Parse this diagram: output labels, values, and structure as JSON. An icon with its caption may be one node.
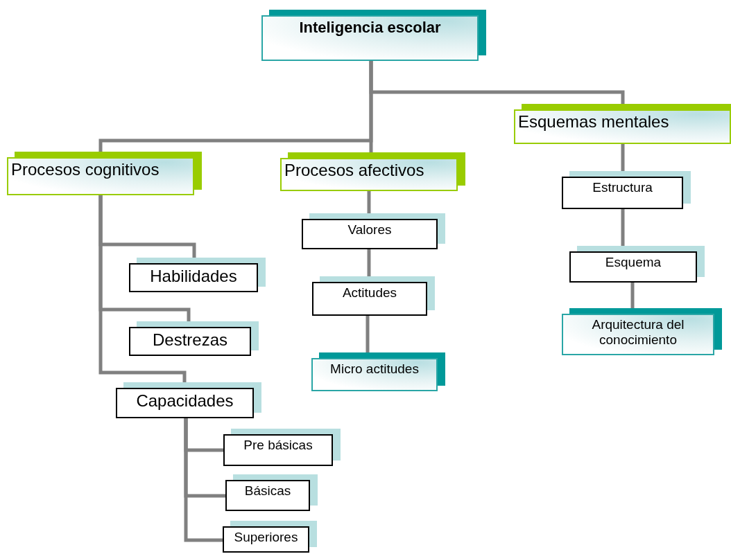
{
  "diagram": {
    "nodes": [
      {
        "text": [
          "Inteligencia escolar"
        ]
      },
      {
        "text": [
          "Procesos cognitivos"
        ]
      },
      {
        "text": [
          "Procesos afectivos"
        ]
      },
      {
        "text": [
          "Esquemas mentales"
        ]
      },
      {
        "text": [
          "Habilidades"
        ]
      },
      {
        "text": [
          "Destrezas"
        ]
      },
      {
        "text": [
          "Capacidades"
        ]
      },
      {
        "text": [
          "Pre básicas"
        ]
      },
      {
        "text": [
          "Básicas"
        ]
      },
      {
        "text": [
          "Superiores"
        ]
      },
      {
        "text": [
          "Valores"
        ]
      },
      {
        "text": [
          "Actitudes"
        ]
      },
      {
        "text": [
          "Micro actitudes"
        ]
      },
      {
        "text": [
          "Estructura"
        ]
      },
      {
        "text": [
          "Esquema"
        ]
      },
      {
        "text": [
          "Arquitectura del conocimiento"
        ]
      }
    ],
    "edges": [
      {
        "from": 0,
        "to": 1,
        "arrow": "none"
      },
      {
        "from": 0,
        "to": 2,
        "arrow": "none"
      },
      {
        "from": 0,
        "to": 3,
        "arrow": "none"
      },
      {
        "from": 1,
        "to": 4,
        "arrow": "none"
      },
      {
        "from": 1,
        "to": 5,
        "arrow": "none"
      },
      {
        "from": 1,
        "to": 6,
        "arrow": "none"
      },
      {
        "from": 6,
        "to": 7,
        "arrow": "none"
      },
      {
        "from": 6,
        "to": 8,
        "arrow": "none"
      },
      {
        "from": 6,
        "to": 9,
        "arrow": "none"
      },
      {
        "from": 2,
        "to": 10,
        "arrow": "none"
      },
      {
        "from": 10,
        "to": 11,
        "arrow": "none"
      },
      {
        "from": 11,
        "to": 12,
        "arrow": "none"
      },
      {
        "from": 3,
        "to": 13,
        "arrow": "none"
      },
      {
        "from": 13,
        "to": 14,
        "arrow": "none"
      },
      {
        "from": 14,
        "to": 15,
        "arrow": "none"
      }
    ]
  }
}
